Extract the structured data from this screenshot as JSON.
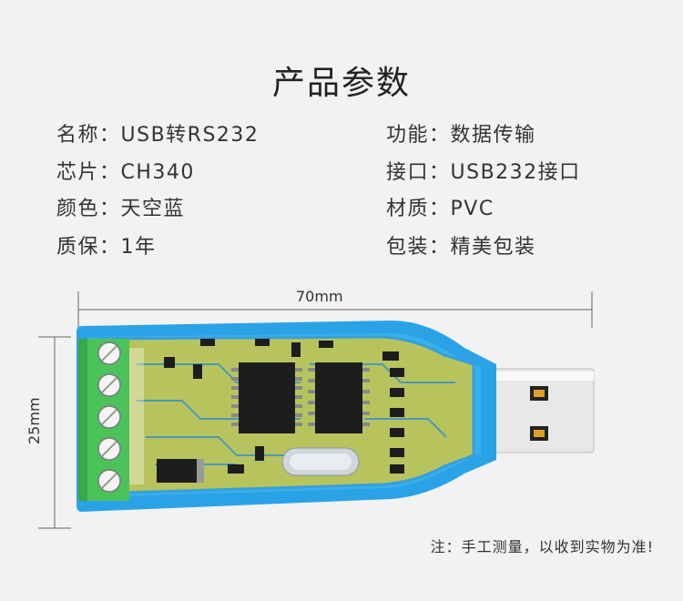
{
  "title": "产品参数",
  "specs": {
    "name": "名称：USB转RS232",
    "function": "功能：数据传输",
    "chip": "芯片：CH340",
    "interface": "接口：USB232接口",
    "color": "颜色：天空蓝",
    "material": "材质：PVC",
    "warranty": "质保：1年",
    "packaging": "包装：精美包装"
  },
  "dimensions": {
    "length": "70mm",
    "width": "25mm"
  },
  "note": "注：手工测量，以收到实物为准!",
  "colors": {
    "shell": "#2aa3e6",
    "pcb": "#c8c84a",
    "terminal": "#4cc25a",
    "usb_metal": "#e6e6e6"
  }
}
